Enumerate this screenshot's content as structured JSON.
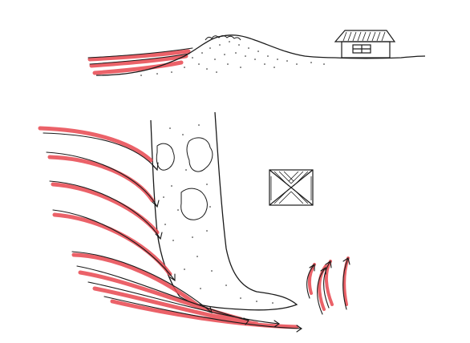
{
  "colors": {
    "ink": "#1a1a1a",
    "wind": "#e8474f",
    "paper": "#ffffff"
  },
  "elements": {
    "section_view": [
      "ground-line",
      "berm-mound",
      "house-icon",
      "wind-arrows-section"
    ],
    "plan_view": [
      "berm-plan",
      "house-plan",
      "wind-arrows-plan",
      "updraft-arrows"
    ]
  }
}
